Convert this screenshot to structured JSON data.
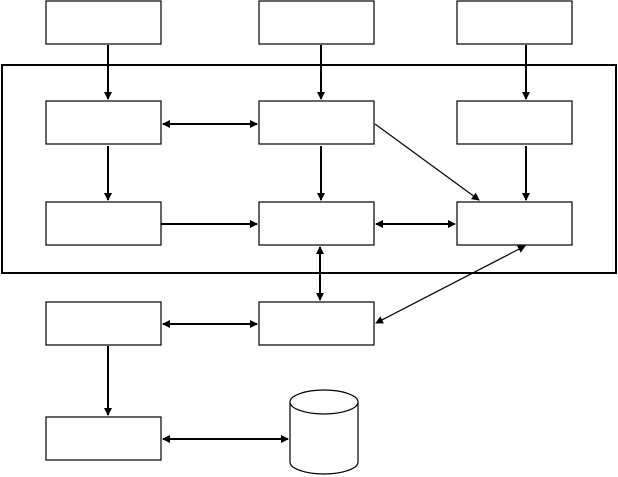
{
  "diagram": {
    "colors": {
      "background": "#ffffff",
      "stroke": "#000000"
    },
    "nodes": [
      {
        "id": "n1",
        "label": ""
      },
      {
        "id": "n2",
        "label": ""
      },
      {
        "id": "n3",
        "label": ""
      },
      {
        "id": "n4",
        "label": ""
      },
      {
        "id": "n5",
        "label": ""
      },
      {
        "id": "n6",
        "label": ""
      },
      {
        "id": "n7",
        "label": ""
      },
      {
        "id": "n8",
        "label": ""
      },
      {
        "id": "n9",
        "label": ""
      },
      {
        "id": "n10",
        "label": ""
      },
      {
        "id": "n11",
        "label": ""
      },
      {
        "id": "n12",
        "label": ""
      },
      {
        "id": "db",
        "label": ""
      }
    ],
    "edges": [
      {
        "from": "n1",
        "to": "n4",
        "direction": "forward"
      },
      {
        "from": "n2",
        "to": "n5",
        "direction": "forward"
      },
      {
        "from": "n3",
        "to": "n6",
        "direction": "forward"
      },
      {
        "from": "n4",
        "to": "n5",
        "direction": "both"
      },
      {
        "from": "n4",
        "to": "n7",
        "direction": "forward"
      },
      {
        "from": "n5",
        "to": "n8",
        "direction": "forward"
      },
      {
        "from": "n5",
        "to": "n9",
        "direction": "forward"
      },
      {
        "from": "n6",
        "to": "n9",
        "direction": "forward"
      },
      {
        "from": "n7",
        "to": "n8",
        "direction": "forward"
      },
      {
        "from": "n8",
        "to": "n9",
        "direction": "both"
      },
      {
        "from": "n8",
        "to": "n11",
        "direction": "both"
      },
      {
        "from": "n9",
        "to": "n11",
        "direction": "both"
      },
      {
        "from": "n10",
        "to": "n11",
        "direction": "both"
      },
      {
        "from": "n10",
        "to": "n12",
        "direction": "forward"
      },
      {
        "from": "n12",
        "to": "db",
        "direction": "both"
      }
    ]
  }
}
